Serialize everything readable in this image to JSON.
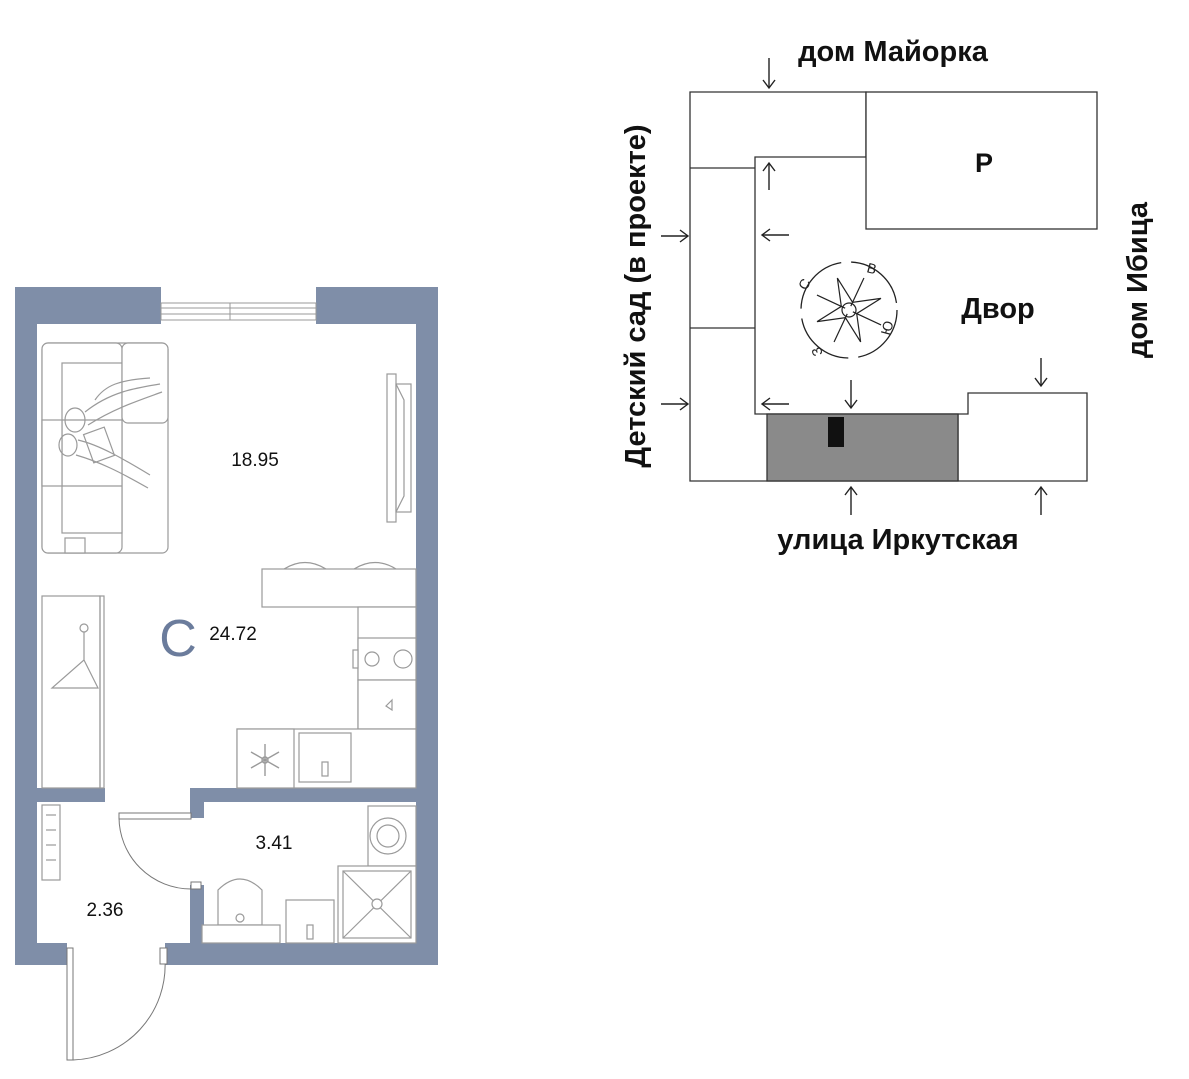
{
  "plan": {
    "living_area": "18.95",
    "total_area": "24.72",
    "type_letter": "С",
    "bathroom_area": "3.41",
    "hall_area": "2.36"
  },
  "site": {
    "top_neighbor": "дом Майорка",
    "left_neighbor": "Детский сад (в проекте)",
    "right_neighbor": "дом Ибица",
    "street": "улица Иркутская",
    "parking": "Р",
    "yard": "Двор",
    "compass": {
      "n": "С",
      "e": "В",
      "s": "Ю",
      "w": "З"
    }
  },
  "colors": {
    "wall": "#7f8ea8",
    "accent": "#6b7c9c",
    "section": "#8a8a8a"
  }
}
